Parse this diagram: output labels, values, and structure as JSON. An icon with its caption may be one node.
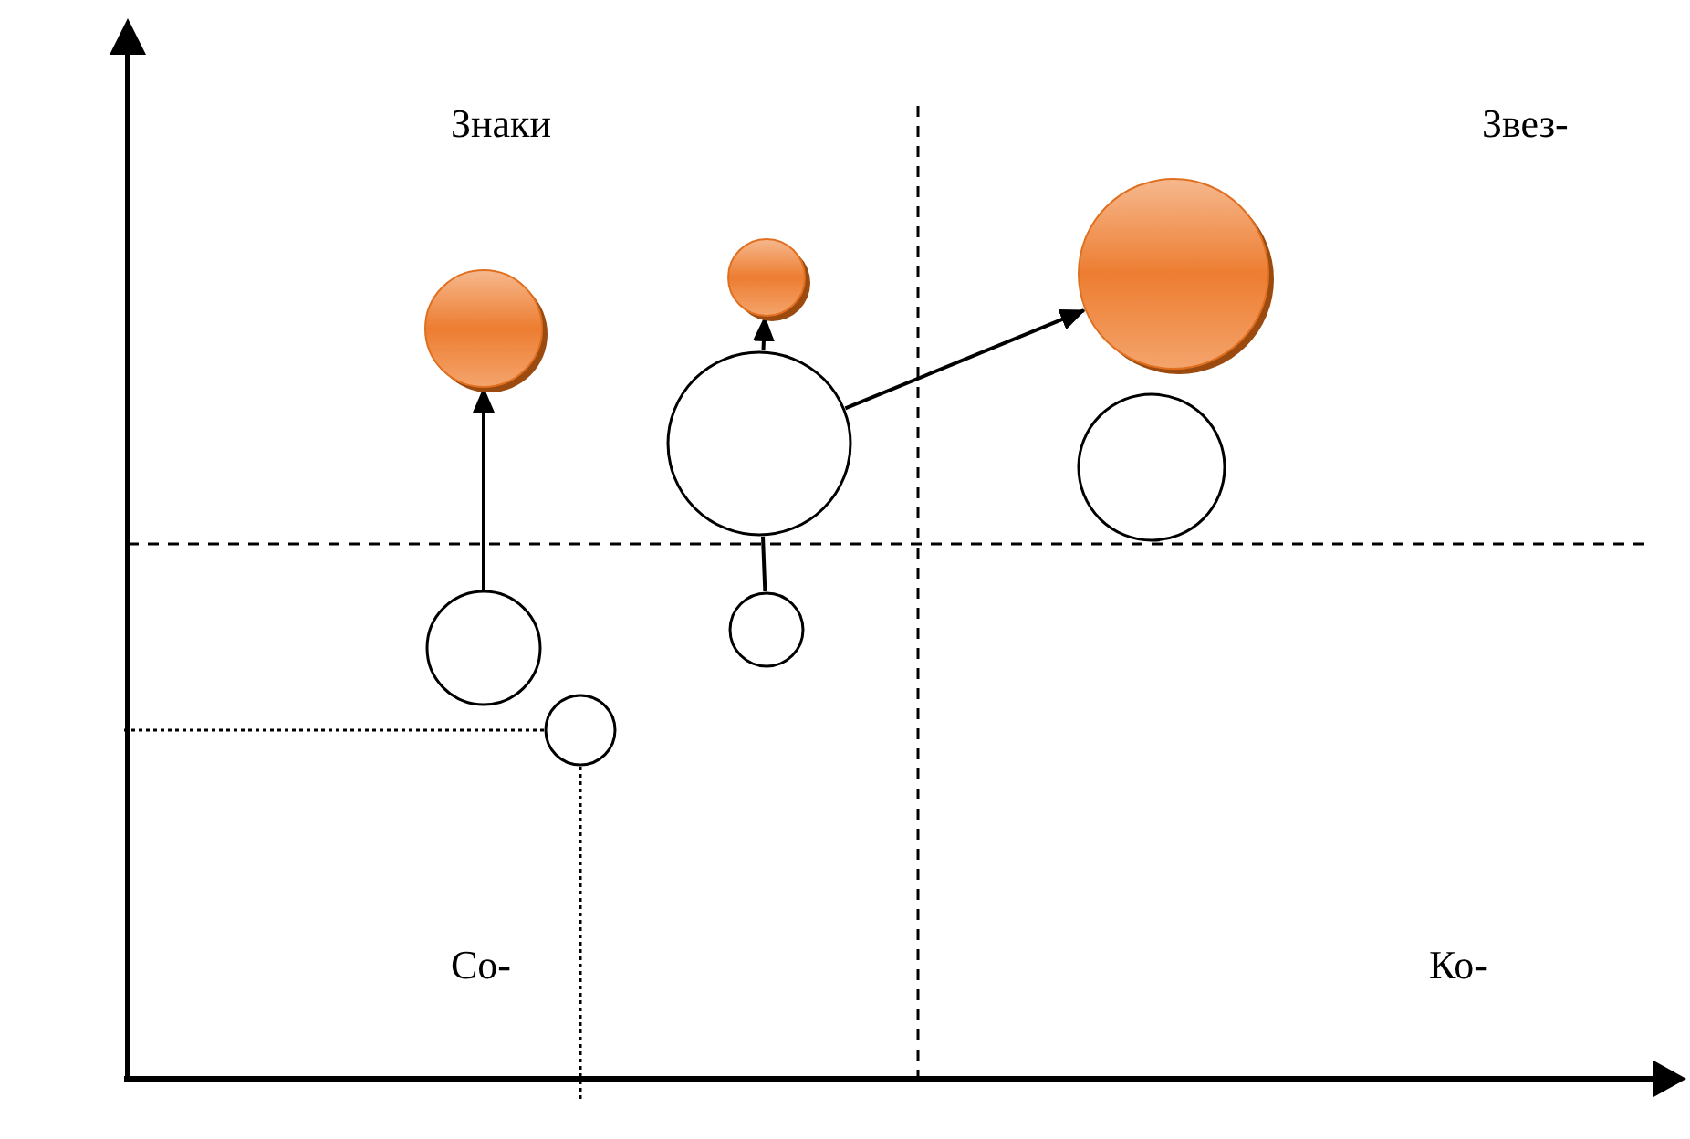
{
  "diagram": {
    "nodes": [
      {
        "text": [],
        "shape": "circle"
      },
      {
        "text": [],
        "shape": "circle"
      },
      {
        "text": [],
        "shape": "circle"
      },
      {
        "text": [],
        "shape": "circle"
      },
      {
        "text": [],
        "shape": "circle"
      },
      {
        "text": [],
        "shape": "circle"
      },
      {
        "text": [],
        "shape": "circle"
      },
      {
        "text": [],
        "shape": "circle"
      }
    ],
    "edges": [
      {
        "from": 6,
        "to": 2,
        "arrow": "to"
      },
      {
        "from": 5,
        "to": 3,
        "arrow": "none"
      },
      {
        "from": 3,
        "to": 1,
        "arrow": "to"
      },
      {
        "from": 3,
        "to": 0,
        "arrow": "to"
      }
    ],
    "labels": [
      "Знаки",
      "Звез-",
      "Со-",
      "Ко-"
    ]
  }
}
